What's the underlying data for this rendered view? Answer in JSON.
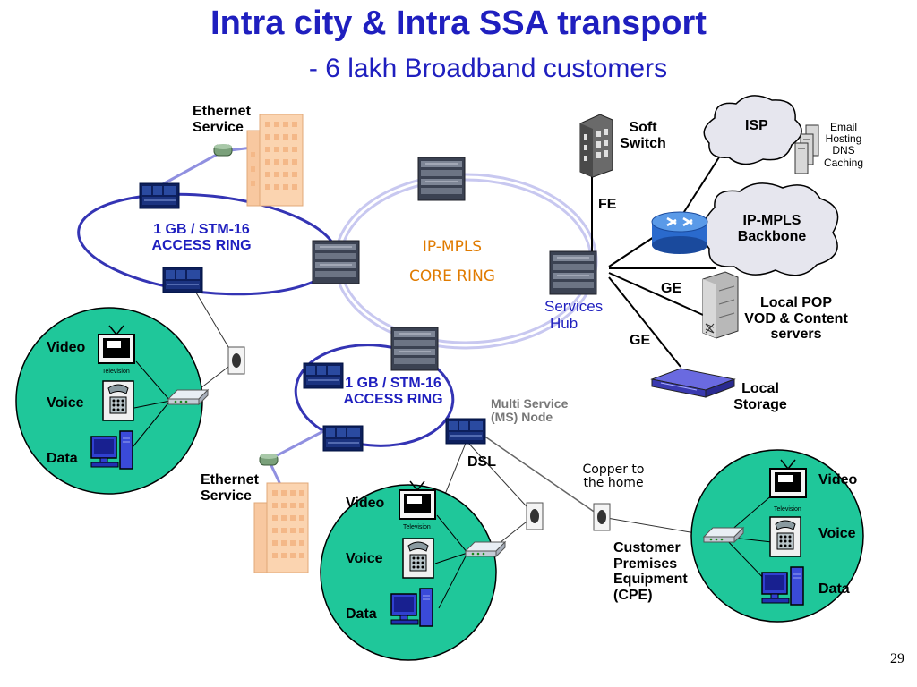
{
  "title": "Intra city & Intra SSA transport",
  "subtitle": "- 6 lakh Broadband customers",
  "labels": {
    "ethernet_service_top": [
      "Ethernet",
      "Service"
    ],
    "access_ring_left": [
      "1 GB / STM-16",
      "ACCESS RING"
    ],
    "core_ring": [
      "IP-MPLS",
      "CORE RING"
    ],
    "access_ring_bottom": [
      "1 GB / STM-16",
      "ACCESS RING"
    ],
    "services_hub": [
      "Services",
      "Hub"
    ],
    "soft_switch": [
      "Soft",
      "Switch"
    ],
    "fe": "FE",
    "isp": "ISP",
    "isp_services": [
      "Email",
      "Hosting",
      "DNS",
      "Caching"
    ],
    "ip_mpls_backbone": [
      "IP-MPLS",
      "Backbone"
    ],
    "ge_top": "GE",
    "local_pop": [
      "Local POP",
      "VOD & Content",
      "servers"
    ],
    "ge_bottom": "GE",
    "local_storage": [
      "Local",
      "Storage"
    ],
    "multi_service_node": [
      "Multi Service",
      "(MS) Node"
    ],
    "dsl": "DSL",
    "copper_to_home": [
      "Copper to",
      "the home"
    ],
    "ethernet_service_bottom": [
      "Ethernet",
      "Service"
    ],
    "cpe": [
      "Customer",
      "Premises",
      "Equipment",
      "(CPE)"
    ],
    "television": "Television"
  },
  "customer_sites": [
    {
      "video": "Video",
      "voice": "Voice",
      "data": "Data"
    },
    {
      "video": "Video",
      "voice": "Voice",
      "data": "Data"
    },
    {
      "video": "Video",
      "voice": "Voice",
      "data": "Data"
    }
  ],
  "page_number": "29",
  "colors": {
    "title": "#1f1fbf",
    "ring": "#3434b4",
    "core_ring": "#c8c8f0",
    "orange_text": "#e07b00",
    "site_fill": "#1fc79a",
    "cloud_fill": "#e6e6ee",
    "building": "#f8c8a0"
  }
}
